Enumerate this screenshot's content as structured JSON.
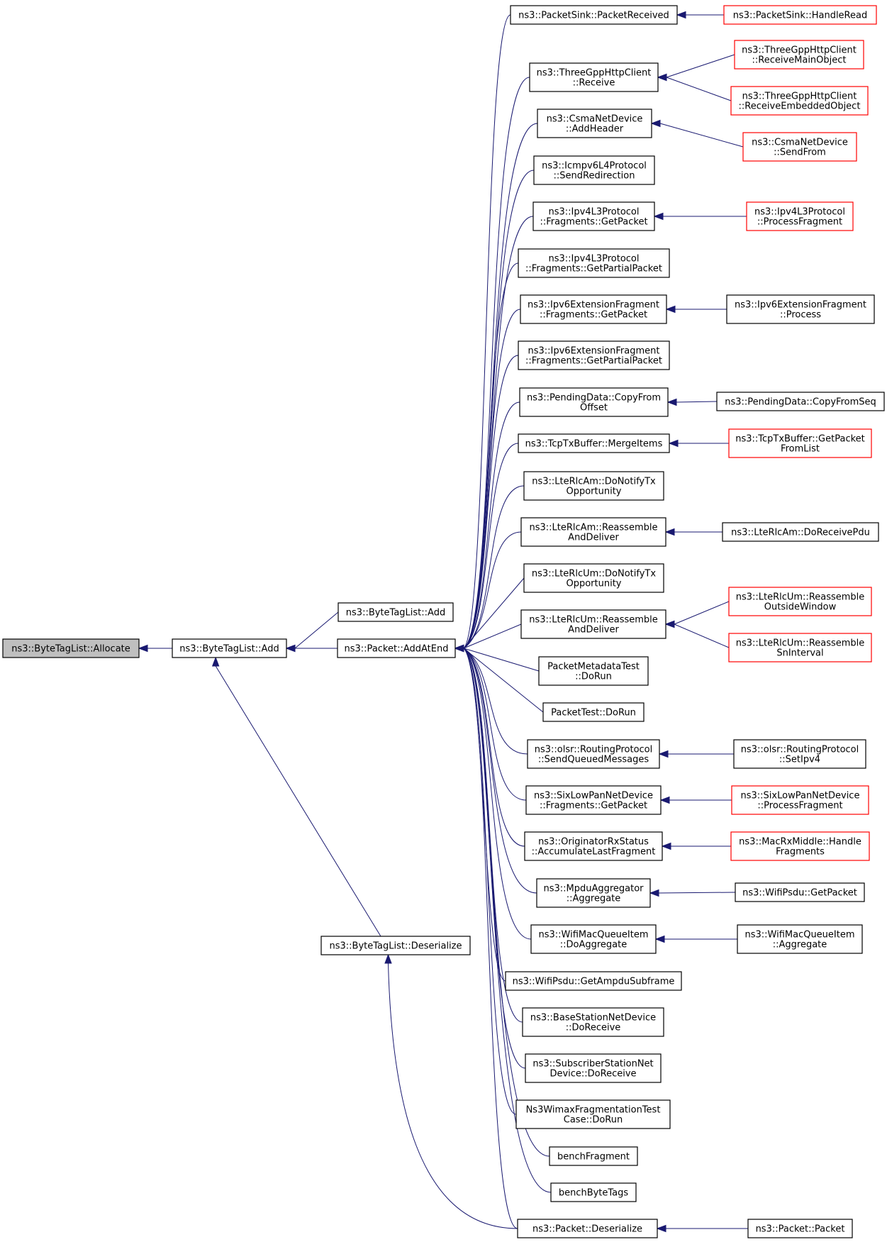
{
  "colors": {
    "edge": "#191970",
    "default_border": "#000000",
    "truncated_border": "#ff0000",
    "root_fill": "#bfbfbf",
    "fill": "#ffffff"
  },
  "nodes": [
    {
      "id": "alloc",
      "lines": [
        "ns3::ByteTagList::Allocate"
      ],
      "style": "root"
    },
    {
      "id": "btl_add",
      "lines": [
        "ns3::ByteTagList::Add"
      ],
      "style": "normal"
    },
    {
      "id": "btl_add2",
      "lines": [
        "ns3::ByteTagList::Add"
      ],
      "style": "normal"
    },
    {
      "id": "addatend",
      "lines": [
        "ns3::Packet::AddAtEnd"
      ],
      "style": "normal"
    },
    {
      "id": "btl_deser",
      "lines": [
        "ns3::ByteTagList::Deserialize"
      ],
      "style": "normal"
    },
    {
      "id": "ps_recv",
      "lines": [
        "ns3::PacketSink::PacketReceived"
      ],
      "style": "normal"
    },
    {
      "id": "ps_hread",
      "lines": [
        "ns3::PacketSink::HandleRead"
      ],
      "style": "red"
    },
    {
      "id": "tg_recv",
      "lines": [
        "ns3::ThreeGppHttpClient",
        "::Receive"
      ],
      "style": "normal"
    },
    {
      "id": "tg_main",
      "lines": [
        "ns3::ThreeGppHttpClient",
        "::ReceiveMainObject"
      ],
      "style": "red"
    },
    {
      "id": "tg_emb",
      "lines": [
        "ns3::ThreeGppHttpClient",
        "::ReceiveEmbeddedObject"
      ],
      "style": "red"
    },
    {
      "id": "csma_add",
      "lines": [
        "ns3::CsmaNetDevice",
        "::AddHeader"
      ],
      "style": "normal"
    },
    {
      "id": "csma_send",
      "lines": [
        "ns3::CsmaNetDevice",
        "::SendFrom"
      ],
      "style": "red"
    },
    {
      "id": "icmp",
      "lines": [
        "ns3::Icmpv6L4Protocol",
        "::SendRedirection"
      ],
      "style": "normal"
    },
    {
      "id": "ipv4_gp",
      "lines": [
        "ns3::Ipv4L3Protocol",
        "::Fragments::GetPacket"
      ],
      "style": "normal"
    },
    {
      "id": "ipv4_pf",
      "lines": [
        "ns3::Ipv4L3Protocol",
        "::ProcessFragment"
      ],
      "style": "red"
    },
    {
      "id": "ipv4_gpp",
      "lines": [
        "ns3::Ipv4L3Protocol",
        "::Fragments::GetPartialPacket"
      ],
      "style": "normal"
    },
    {
      "id": "ipv6_gp",
      "lines": [
        "ns3::Ipv6ExtensionFragment",
        "::Fragments::GetPacket"
      ],
      "style": "normal"
    },
    {
      "id": "ipv6_proc",
      "lines": [
        "ns3::Ipv6ExtensionFragment",
        "::Process"
      ],
      "style": "normal"
    },
    {
      "id": "ipv6_gpp",
      "lines": [
        "ns3::Ipv6ExtensionFragment",
        "::Fragments::GetPartialPacket"
      ],
      "style": "normal"
    },
    {
      "id": "pd_cfo",
      "lines": [
        "ns3::PendingData::CopyFrom",
        "Offset"
      ],
      "style": "normal"
    },
    {
      "id": "pd_cfs",
      "lines": [
        "ns3::PendingData::CopyFromSeq"
      ],
      "style": "normal"
    },
    {
      "id": "tcp_merge",
      "lines": [
        "ns3::TcpTxBuffer::MergeItems"
      ],
      "style": "normal"
    },
    {
      "id": "tcp_gpfl",
      "lines": [
        "ns3::TcpTxBuffer::GetPacket",
        "FromList"
      ],
      "style": "red"
    },
    {
      "id": "am_dntx",
      "lines": [
        "ns3::LteRlcAm::DoNotifyTx",
        "Opportunity"
      ],
      "style": "normal"
    },
    {
      "id": "am_rad",
      "lines": [
        "ns3::LteRlcAm::Reassemble",
        "AndDeliver"
      ],
      "style": "normal"
    },
    {
      "id": "am_drp",
      "lines": [
        "ns3::LteRlcAm::DoReceivePdu"
      ],
      "style": "normal"
    },
    {
      "id": "um_dntx",
      "lines": [
        "ns3::LteRlcUm::DoNotifyTx",
        "Opportunity"
      ],
      "style": "normal"
    },
    {
      "id": "um_rad",
      "lines": [
        "ns3::LteRlcUm::Reassemble",
        "AndDeliver"
      ],
      "style": "normal"
    },
    {
      "id": "um_ow",
      "lines": [
        "ns3::LteRlcUm::Reassemble",
        "OutsideWindow"
      ],
      "style": "red"
    },
    {
      "id": "um_sn",
      "lines": [
        "ns3::LteRlcUm::Reassemble",
        "SnInterval"
      ],
      "style": "red"
    },
    {
      "id": "pmt",
      "lines": [
        "PacketMetadataTest",
        "::DoRun"
      ],
      "style": "normal"
    },
    {
      "id": "pt",
      "lines": [
        "PacketTest::DoRun"
      ],
      "style": "normal"
    },
    {
      "id": "olsr_sqm",
      "lines": [
        "ns3::olsr::RoutingProtocol",
        "::SendQueuedMessages"
      ],
      "style": "normal"
    },
    {
      "id": "olsr_set",
      "lines": [
        "ns3::olsr::RoutingProtocol",
        "::SetIpv4"
      ],
      "style": "normal"
    },
    {
      "id": "six_gp",
      "lines": [
        "ns3::SixLowPanNetDevice",
        "::Fragments::GetPacket"
      ],
      "style": "normal"
    },
    {
      "id": "six_pf",
      "lines": [
        "ns3::SixLowPanNetDevice",
        "::ProcessFragment"
      ],
      "style": "red"
    },
    {
      "id": "orig",
      "lines": [
        "ns3::OriginatorRxStatus",
        "::AccumulateLastFragment"
      ],
      "style": "normal"
    },
    {
      "id": "macrx",
      "lines": [
        "ns3::MacRxMiddle::Handle",
        "Fragments"
      ],
      "style": "red"
    },
    {
      "id": "mpdu",
      "lines": [
        "ns3::MpduAggregator",
        "::Aggregate"
      ],
      "style": "normal"
    },
    {
      "id": "psdu_gp",
      "lines": [
        "ns3::WifiPsdu::GetPacket"
      ],
      "style": "normal"
    },
    {
      "id": "wmq_da",
      "lines": [
        "ns3::WifiMacQueueItem",
        "::DoAggregate"
      ],
      "style": "normal"
    },
    {
      "id": "wmq_a",
      "lines": [
        "ns3::WifiMacQueueItem",
        "::Aggregate"
      ],
      "style": "normal"
    },
    {
      "id": "psdu_gas",
      "lines": [
        "ns3::WifiPsdu::GetAmpduSubframe"
      ],
      "style": "normal"
    },
    {
      "id": "bs_dr",
      "lines": [
        "ns3::BaseStationNetDevice",
        "::DoReceive"
      ],
      "style": "normal"
    },
    {
      "id": "ss_dr",
      "lines": [
        "ns3::SubscriberStationNet",
        "Device::DoReceive"
      ],
      "style": "normal"
    },
    {
      "id": "wimax",
      "lines": [
        "Ns3WimaxFragmentationTest",
        "Case::DoRun"
      ],
      "style": "normal"
    },
    {
      "id": "bfrag",
      "lines": [
        "benchFragment"
      ],
      "style": "normal"
    },
    {
      "id": "bbt",
      "lines": [
        "benchByteTags"
      ],
      "style": "normal"
    },
    {
      "id": "pkt_deser",
      "lines": [
        "ns3::Packet::Deserialize"
      ],
      "style": "normal"
    },
    {
      "id": "pkt_pkt",
      "lines": [
        "ns3::Packet::Packet"
      ],
      "style": "normal"
    }
  ],
  "edges": [
    [
      "btl_add",
      "alloc"
    ],
    [
      "btl_add2",
      "btl_add"
    ],
    [
      "addatend",
      "btl_add"
    ],
    [
      "btl_deser",
      "btl_add"
    ],
    [
      "pkt_deser",
      "btl_deser"
    ],
    [
      "ps_recv",
      "addatend"
    ],
    [
      "tg_recv",
      "addatend"
    ],
    [
      "csma_add",
      "addatend"
    ],
    [
      "icmp",
      "addatend"
    ],
    [
      "ipv4_gp",
      "addatend"
    ],
    [
      "ipv4_gpp",
      "addatend"
    ],
    [
      "ipv6_gp",
      "addatend"
    ],
    [
      "ipv6_gpp",
      "addatend"
    ],
    [
      "pd_cfo",
      "addatend"
    ],
    [
      "tcp_merge",
      "addatend"
    ],
    [
      "am_dntx",
      "addatend"
    ],
    [
      "am_rad",
      "addatend"
    ],
    [
      "um_dntx",
      "addatend"
    ],
    [
      "um_rad",
      "addatend"
    ],
    [
      "pmt",
      "addatend"
    ],
    [
      "pt",
      "addatend"
    ],
    [
      "olsr_sqm",
      "addatend"
    ],
    [
      "six_gp",
      "addatend"
    ],
    [
      "orig",
      "addatend"
    ],
    [
      "mpdu",
      "addatend"
    ],
    [
      "wmq_da",
      "addatend"
    ],
    [
      "psdu_gas",
      "addatend"
    ],
    [
      "bs_dr",
      "addatend"
    ],
    [
      "ss_dr",
      "addatend"
    ],
    [
      "wimax",
      "addatend"
    ],
    [
      "bfrag",
      "addatend"
    ],
    [
      "bbt",
      "addatend"
    ],
    [
      "pkt_deser",
      "addatend"
    ],
    [
      "ps_hread",
      "ps_recv"
    ],
    [
      "tg_main",
      "tg_recv"
    ],
    [
      "tg_emb",
      "tg_recv"
    ],
    [
      "csma_send",
      "csma_add"
    ],
    [
      "ipv4_pf",
      "ipv4_gp"
    ],
    [
      "ipv6_proc",
      "ipv6_gp"
    ],
    [
      "pd_cfs",
      "pd_cfo"
    ],
    [
      "tcp_gpfl",
      "tcp_merge"
    ],
    [
      "am_drp",
      "am_rad"
    ],
    [
      "um_ow",
      "um_rad"
    ],
    [
      "um_sn",
      "um_rad"
    ],
    [
      "olsr_set",
      "olsr_sqm"
    ],
    [
      "six_pf",
      "six_gp"
    ],
    [
      "macrx",
      "orig"
    ],
    [
      "psdu_gp",
      "mpdu"
    ],
    [
      "wmq_a",
      "wmq_da"
    ],
    [
      "pkt_pkt",
      "pkt_deser"
    ]
  ]
}
